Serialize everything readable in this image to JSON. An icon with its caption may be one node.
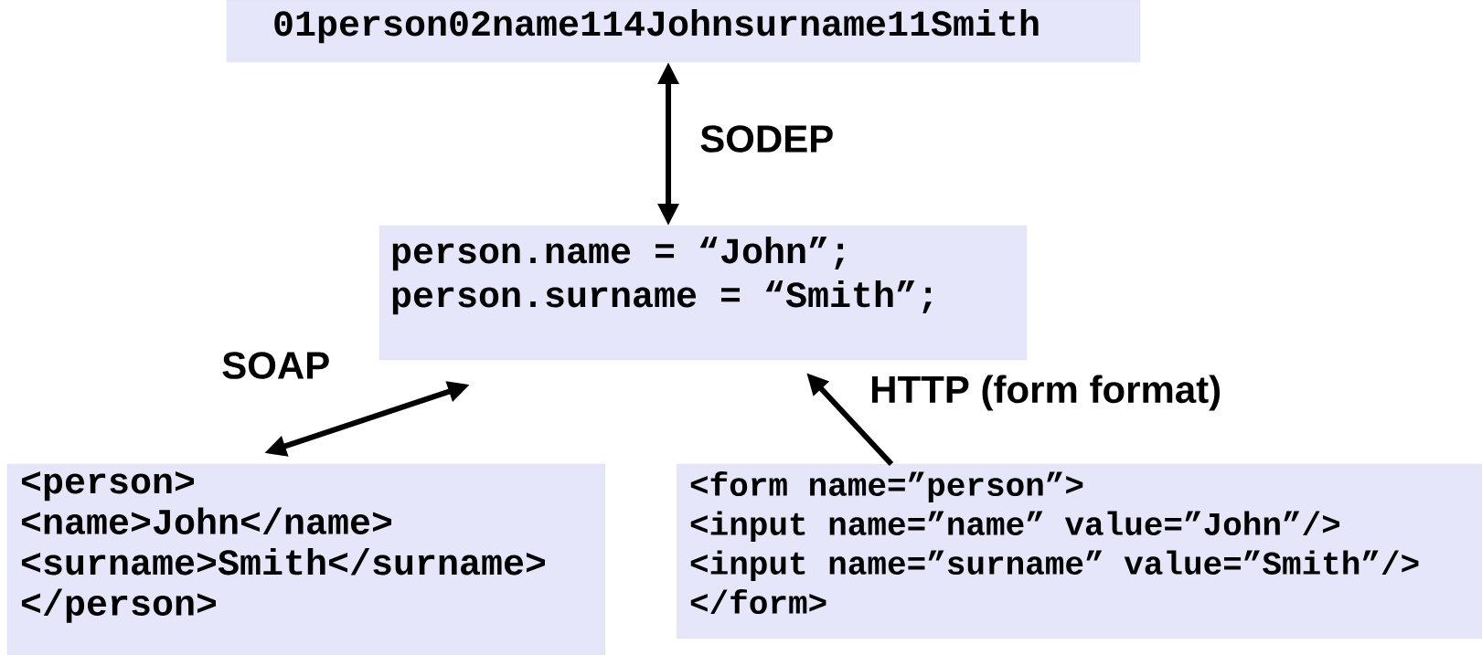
{
  "diagram": {
    "nodes": [
      {
        "text": [
          "01person02name114Johnsurname11Smith"
        ]
      },
      {
        "text": [
          "person.name = “John”;",
          "person.surname = “Smith”;"
        ]
      },
      {
        "text": [
          "<person>",
          "<name>John</name>",
          "<surname>Smith</surname>",
          "</person>"
        ]
      },
      {
        "text": [
          "<form name=”person”>",
          "<input name=”name” value=”John”/>",
          "<input name=”surname” value=”Smith”/>",
          "</form>"
        ]
      }
    ],
    "edges": [
      {
        "from": 0,
        "to": 1,
        "arrow": "both",
        "label": "SODEP"
      },
      {
        "from": 2,
        "to": 1,
        "arrow": "both",
        "label": "SOAP"
      },
      {
        "from": 3,
        "to": 1,
        "arrow": "to",
        "label": "HTTP (form format)"
      }
    ]
  }
}
